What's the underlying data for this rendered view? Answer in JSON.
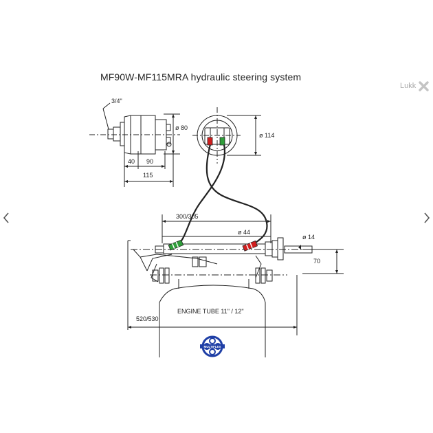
{
  "viewer": {
    "title": "MF90W-MF115MRA hydraulic steering system",
    "close_label": "Lukk",
    "prev_icon": "chevron-left-icon",
    "next_icon": "chevron-right-icon"
  },
  "diagram": {
    "labels": {
      "thread": "3/4\"",
      "diam_80": "ø 80",
      "diam_114": "ø 114",
      "dim_40": "40",
      "dim_90": "90",
      "dim_115": "115",
      "dim_300": "300/305",
      "diam_44": "ø 44",
      "diam_14": "ø 14",
      "dim_70": "70",
      "dim_520": "520/530",
      "engine_tube": "ENGINE TUBE 11\" / 12\"",
      "logo_text": "MULTIFLEX"
    },
    "colors": {
      "line": "#222222",
      "fitting_red": "#d11f1f",
      "fitting_green": "#2f9e3a",
      "logo_blue": "#1f3fa6",
      "close_icon": "#c4c4c4"
    }
  }
}
